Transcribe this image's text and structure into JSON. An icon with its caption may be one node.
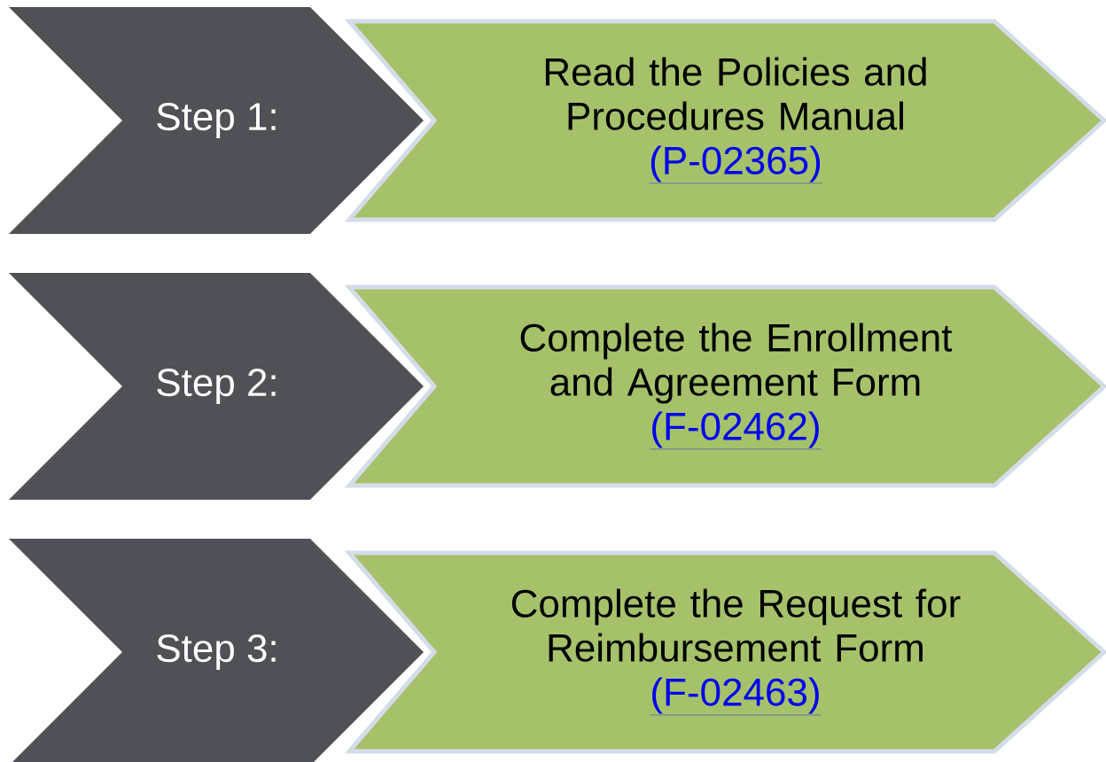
{
  "diagram": {
    "nodes": [
      {
        "text": [
          "Step 1:"
        ]
      },
      {
        "text": [
          "Read the Policies and Procedures Manual",
          "(P-02365)"
        ]
      },
      {
        "text": [
          "Step 2:"
        ]
      },
      {
        "text": [
          "Complete the Enrollment and Agreement Form",
          "(F-02462)"
        ]
      },
      {
        "text": [
          "Step 3:"
        ]
      },
      {
        "text": [
          "Complete the Request for Reimbursement Form",
          "(F-02463)"
        ]
      }
    ]
  }
}
